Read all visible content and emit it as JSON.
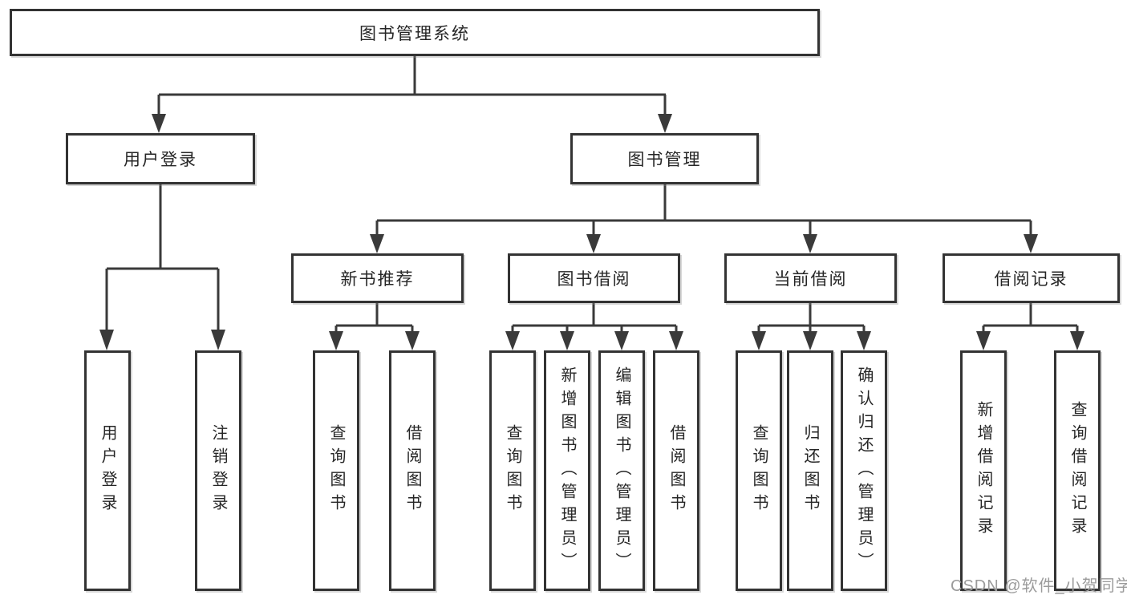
{
  "diagram": {
    "type": "hierarchy-tree",
    "root": {
      "label": "图书管理系统",
      "children": [
        {
          "label": "用户登录",
          "children": [
            {
              "label": "用户登录"
            },
            {
              "label": "注销登录"
            }
          ]
        },
        {
          "label": "图书管理",
          "children": [
            {
              "label": "新书推荐",
              "children": [
                {
                  "label": "查询图书"
                },
                {
                  "label": "借阅图书"
                }
              ]
            },
            {
              "label": "图书借阅",
              "children": [
                {
                  "label": "查询图书"
                },
                {
                  "label": "新增图书（管理员）"
                },
                {
                  "label": "编辑图书（管理员）"
                },
                {
                  "label": "借阅图书"
                }
              ]
            },
            {
              "label": "当前借阅",
              "children": [
                {
                  "label": "查询图书"
                },
                {
                  "label": "归还图书"
                },
                {
                  "label": "确认归还（管理员）"
                }
              ]
            },
            {
              "label": "借阅记录",
              "children": [
                {
                  "label": "新增借阅记录"
                },
                {
                  "label": "查询借阅记录"
                }
              ]
            }
          ]
        }
      ]
    },
    "colors": {
      "line": "#3a3a3a",
      "box_border": "#333333",
      "text": "#262626",
      "background": "#ffffff",
      "watermark": "#9b9b9b"
    }
  },
  "watermark": {
    "text": "CSDN @软件_小贺同学"
  }
}
